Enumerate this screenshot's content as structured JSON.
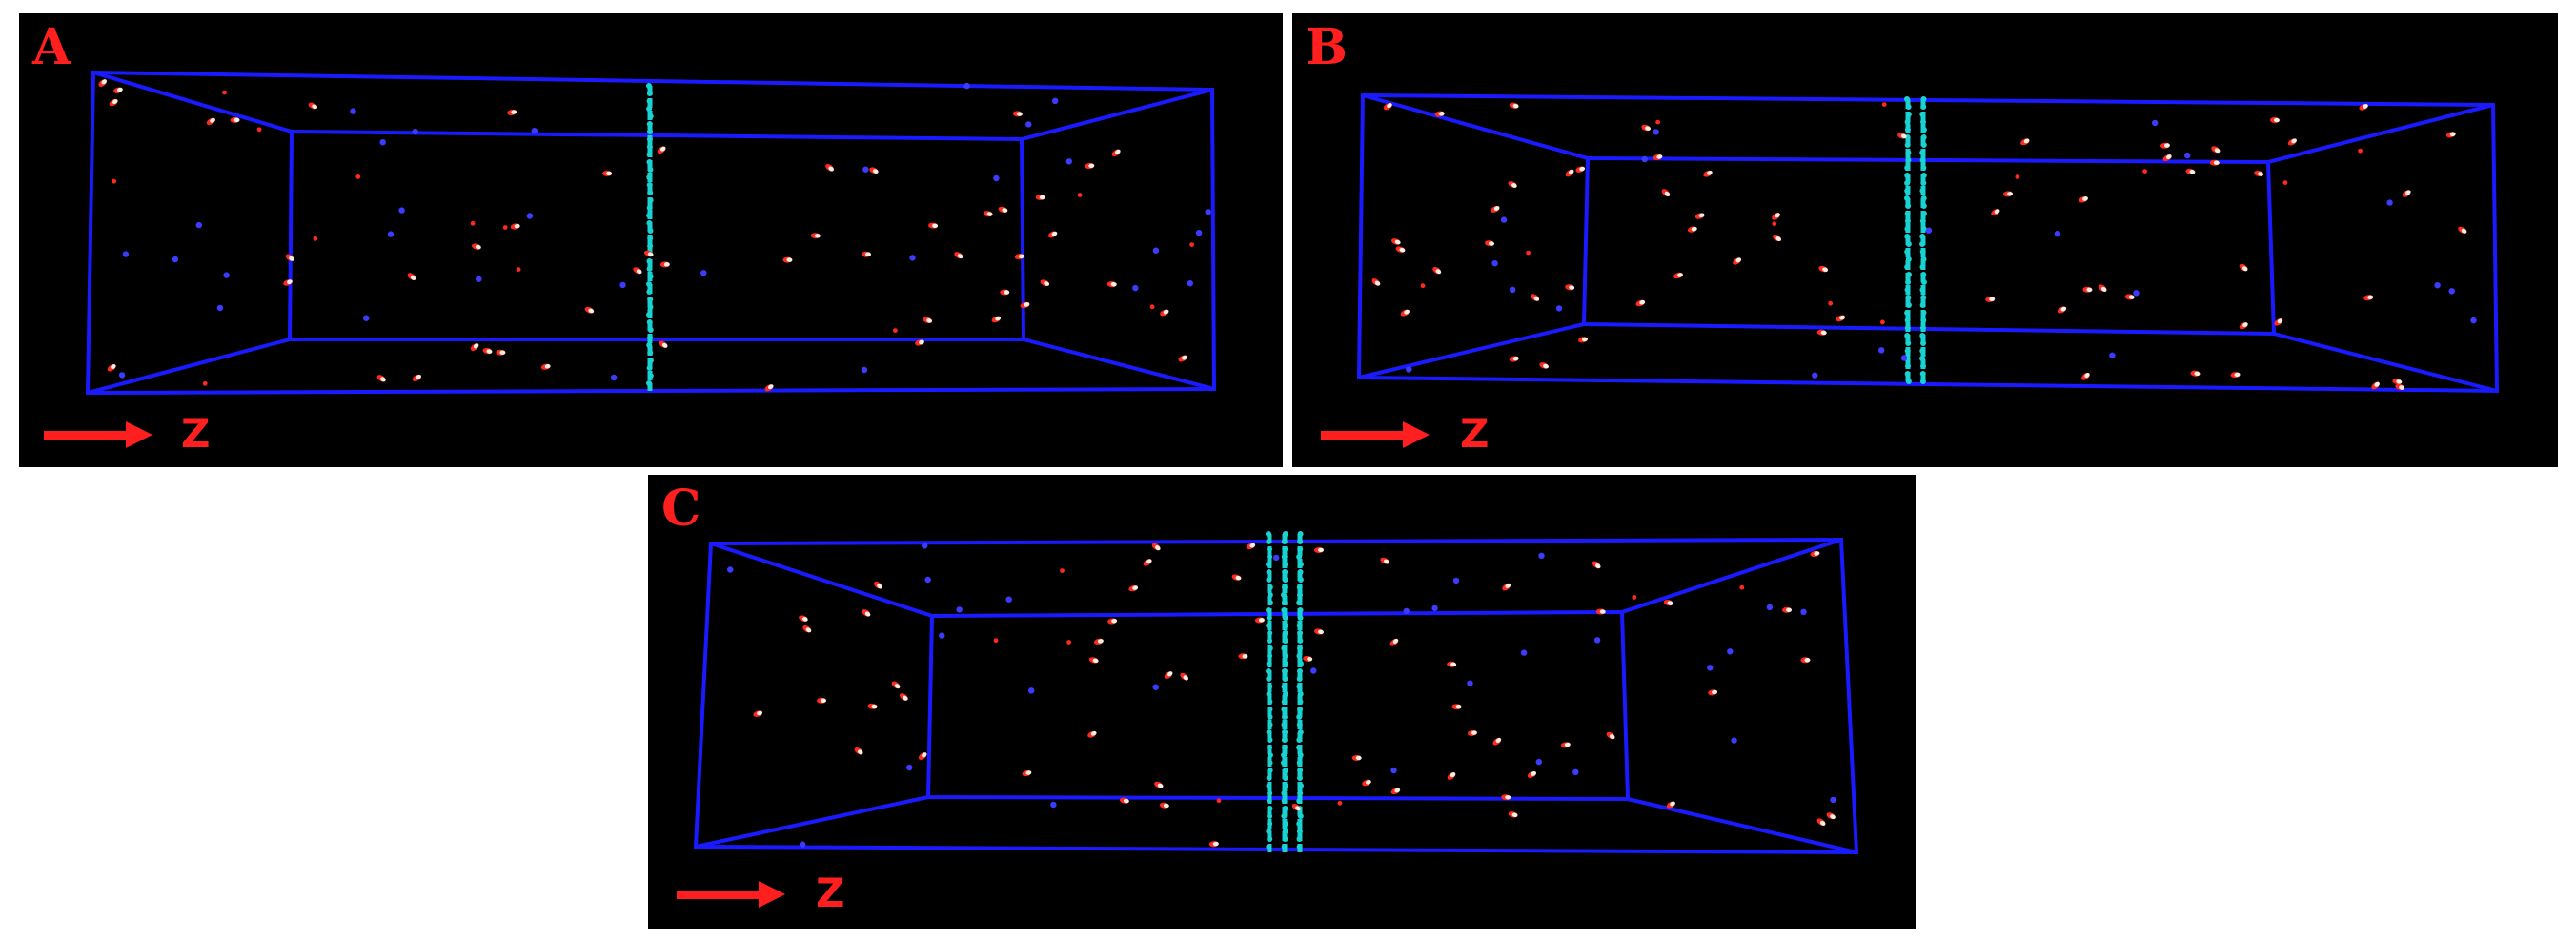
{
  "figure": {
    "panels": [
      {
        "id": "A",
        "letter": "A",
        "axis_label": "Z",
        "plane_count": 1
      },
      {
        "id": "B",
        "letter": "B",
        "axis_label": "Z",
        "plane_count": 2
      },
      {
        "id": "C",
        "letter": "C",
        "axis_label": "Z",
        "plane_count": 3
      }
    ]
  },
  "colors": {
    "background": "#000000",
    "box_edges": "#1a1aff",
    "plane_particles": "#19d3d3",
    "particle_red": "#ff2a1a",
    "particle_white": "#f2efe6",
    "particle_blue": "#3c3cff",
    "annotation": "#ff1f1f"
  }
}
